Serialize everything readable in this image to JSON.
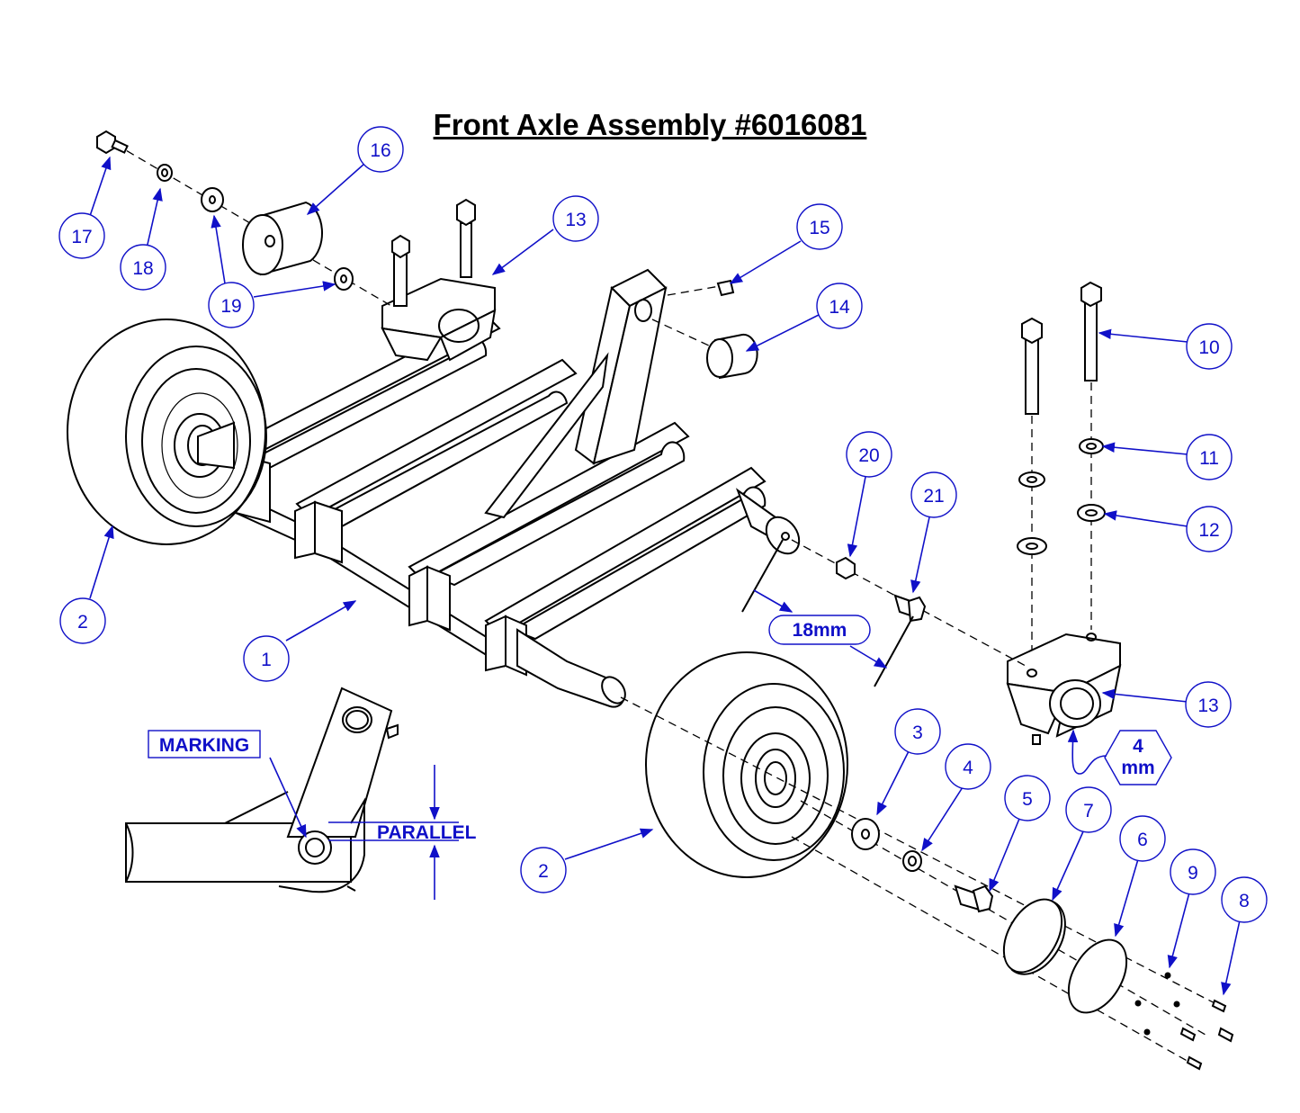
{
  "title": "Front Axle Assembly #6016081",
  "callouts": [
    "1",
    "2",
    "2",
    "3",
    "4",
    "5",
    "6",
    "7",
    "8",
    "9",
    "10",
    "11",
    "12",
    "13",
    "13",
    "14",
    "15",
    "16",
    "17",
    "18",
    "19",
    "20",
    "21"
  ],
  "labels": {
    "dimension_18": "18mm",
    "hex_size_value": "4",
    "hex_size_unit": "mm",
    "marking": "MARKING",
    "parallel": "PARALLEL"
  },
  "colors": {
    "callout_blue": "#1010c8",
    "line": "#000000",
    "background": "#ffffff"
  }
}
